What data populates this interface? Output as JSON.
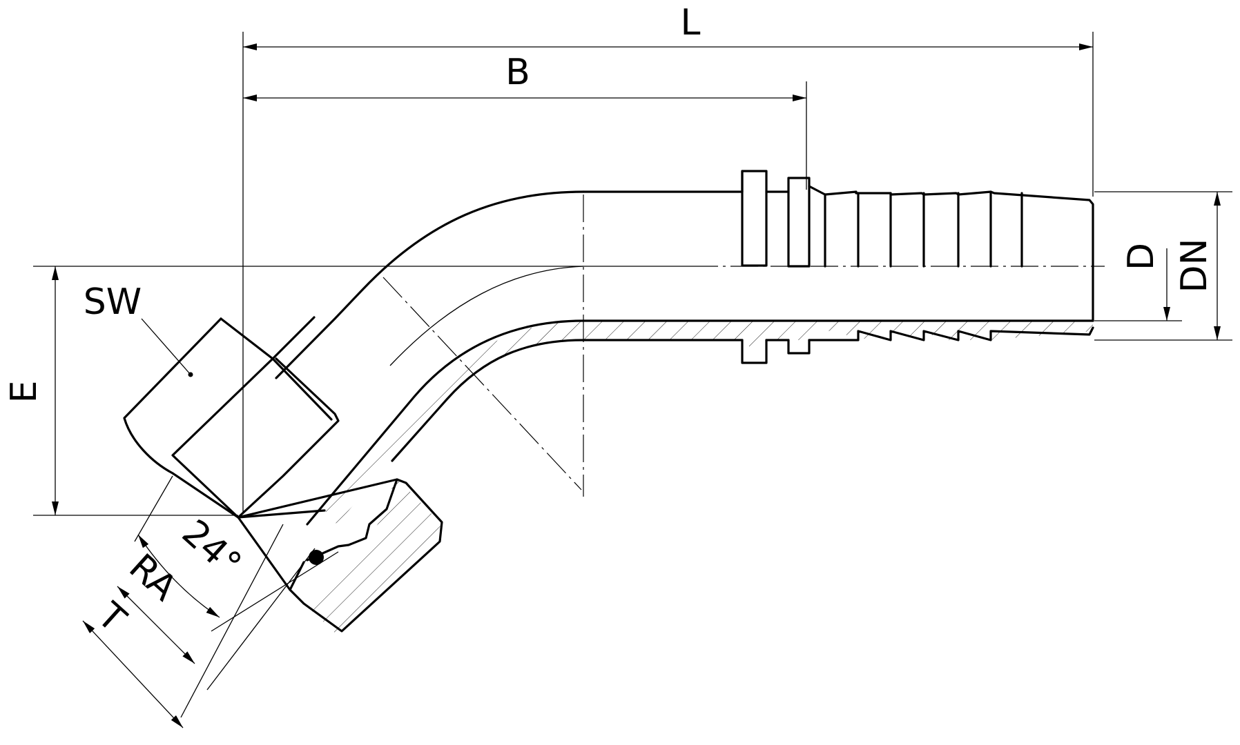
{
  "labels": {
    "L": "L",
    "B": "B",
    "D": "D",
    "DN": "DN",
    "E": "E",
    "SW": "SW",
    "angle": "24°",
    "RA": "RA",
    "T": "T"
  }
}
